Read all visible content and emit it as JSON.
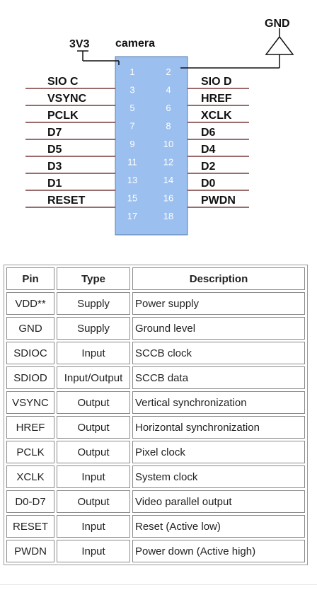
{
  "diagram": {
    "chip_label": "camera",
    "power_label": "3V3",
    "ground_label": "GND",
    "rows": [
      {
        "left_label": "SIO C",
        "left_pin": "1",
        "right_pin": "2",
        "right_label": "SIO D"
      },
      {
        "left_label": "VSYNC",
        "left_pin": "3",
        "right_pin": "4",
        "right_label": "HREF"
      },
      {
        "left_label": "PCLK",
        "left_pin": "5",
        "right_pin": "6",
        "right_label": "XCLK"
      },
      {
        "left_label": "D7",
        "left_pin": "7",
        "right_pin": "8",
        "right_label": "D6"
      },
      {
        "left_label": "D5",
        "left_pin": "9",
        "right_pin": "10",
        "right_label": "D4"
      },
      {
        "left_label": "D3",
        "left_pin": "11",
        "right_pin": "12",
        "right_label": "D2"
      },
      {
        "left_label": "D1",
        "left_pin": "13",
        "right_pin": "14",
        "right_label": "D0"
      },
      {
        "left_label": "RESET",
        "left_pin": "15",
        "right_pin": "16",
        "right_label": "PWDN"
      },
      {
        "left_label": "",
        "left_pin": "17",
        "right_pin": "18",
        "right_label": ""
      }
    ],
    "colors": {
      "chip_fill": "#9bbfee",
      "chip_stroke": "#5a7fb0",
      "wire": "#7a3a3a"
    }
  },
  "table": {
    "headers": {
      "pin": "Pin",
      "type": "Type",
      "description": "Description"
    },
    "rows": [
      {
        "pin": "VDD**",
        "type": "Supply",
        "description": "Power supply"
      },
      {
        "pin": "GND",
        "type": "Supply",
        "description": "Ground level"
      },
      {
        "pin": "SDIOC",
        "type": "Input",
        "description": "SCCB clock"
      },
      {
        "pin": "SDIOD",
        "type": "Input/Output",
        "description": "SCCB data"
      },
      {
        "pin": "VSYNC",
        "type": "Output",
        "description": "Vertical synchronization"
      },
      {
        "pin": "HREF",
        "type": "Output",
        "description": "Horizontal synchronization"
      },
      {
        "pin": "PCLK",
        "type": "Output",
        "description": "Pixel clock"
      },
      {
        "pin": "XCLK",
        "type": "Input",
        "description": "System clock"
      },
      {
        "pin": "D0-D7",
        "type": "Output",
        "description": "Video parallel output"
      },
      {
        "pin": "RESET",
        "type": "Input",
        "description": "Reset (Active low)"
      },
      {
        "pin": "PWDN",
        "type": "Input",
        "description": "Power down (Active high)"
      }
    ]
  }
}
